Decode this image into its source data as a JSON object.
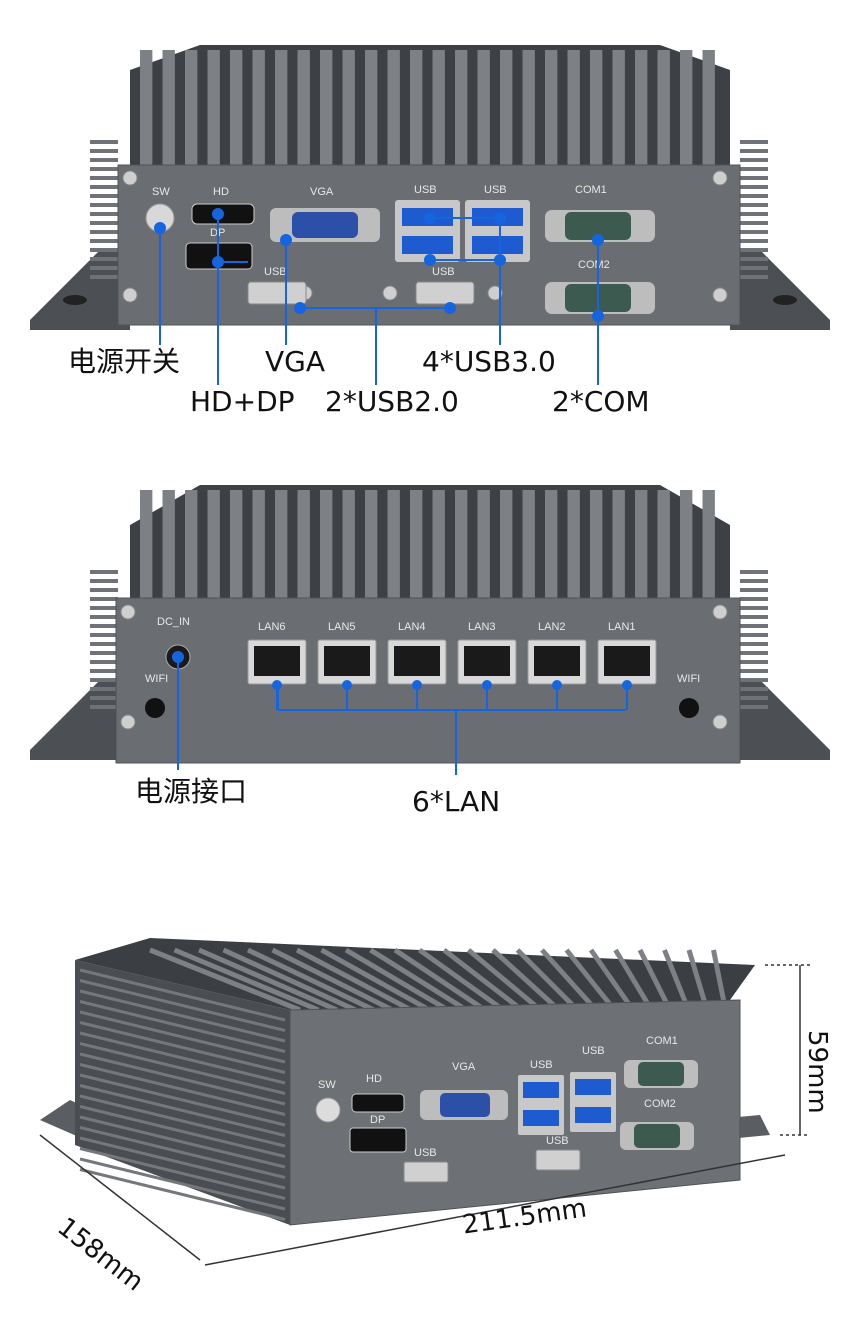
{
  "front": {
    "port_labels": {
      "sw": "SW",
      "hd": "HD",
      "dp": "DP",
      "vga": "VGA",
      "usb": "USB",
      "com1": "COM1",
      "com2": "COM2"
    },
    "callouts": {
      "power_switch": "电源开关",
      "hd_dp": "HD+DP",
      "vga": "VGA",
      "usb2": "2*USB2.0",
      "usb3": "4*USB3.0",
      "com": "2*COM"
    }
  },
  "rear": {
    "port_labels": {
      "dc_in": "DC_IN",
      "wifi": "WIFI",
      "lan": [
        "LAN6",
        "LAN5",
        "LAN4",
        "LAN3",
        "LAN2",
        "LAN1"
      ]
    },
    "callouts": {
      "power_port": "电源接口",
      "lan": "6*LAN"
    }
  },
  "iso": {
    "dimensions": {
      "height": "59mm",
      "width": "211.5mm",
      "depth": "158mm"
    }
  },
  "colors": {
    "accent": "#1565e0",
    "case": "#55585c",
    "panel": "#6a6d71"
  }
}
